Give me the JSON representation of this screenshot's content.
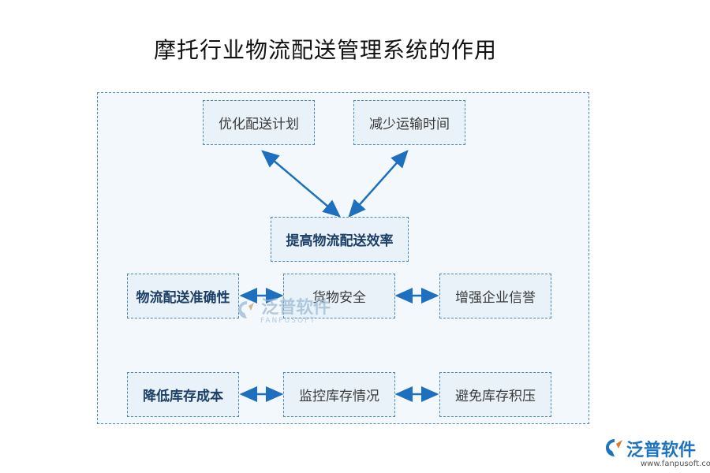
{
  "title": "摩托行业物流配送管理系统的作用",
  "boxes": {
    "optimize_plan": "优化配送计划",
    "reduce_time": "减少运输时间",
    "improve_efficiency": "提高物流配送效率",
    "accuracy": "物流配送准确性",
    "cargo_safety": "货物安全",
    "reputation": "增强企业信誉",
    "reduce_cost": "降低库存成本",
    "monitor_stock": "监控库存情况",
    "avoid_overstock": "避免库存积压"
  },
  "watermark": {
    "text": "泛普软件",
    "sub": "FANPUSOFT"
  },
  "logo": {
    "text": "泛普软件",
    "url": "www.fanpusoft.com"
  },
  "colors": {
    "arrow": "#1f6fbf",
    "border": "#4a86b8",
    "box_fill": "#e9f2f9",
    "panel_fill": "#f2f8fc"
  }
}
